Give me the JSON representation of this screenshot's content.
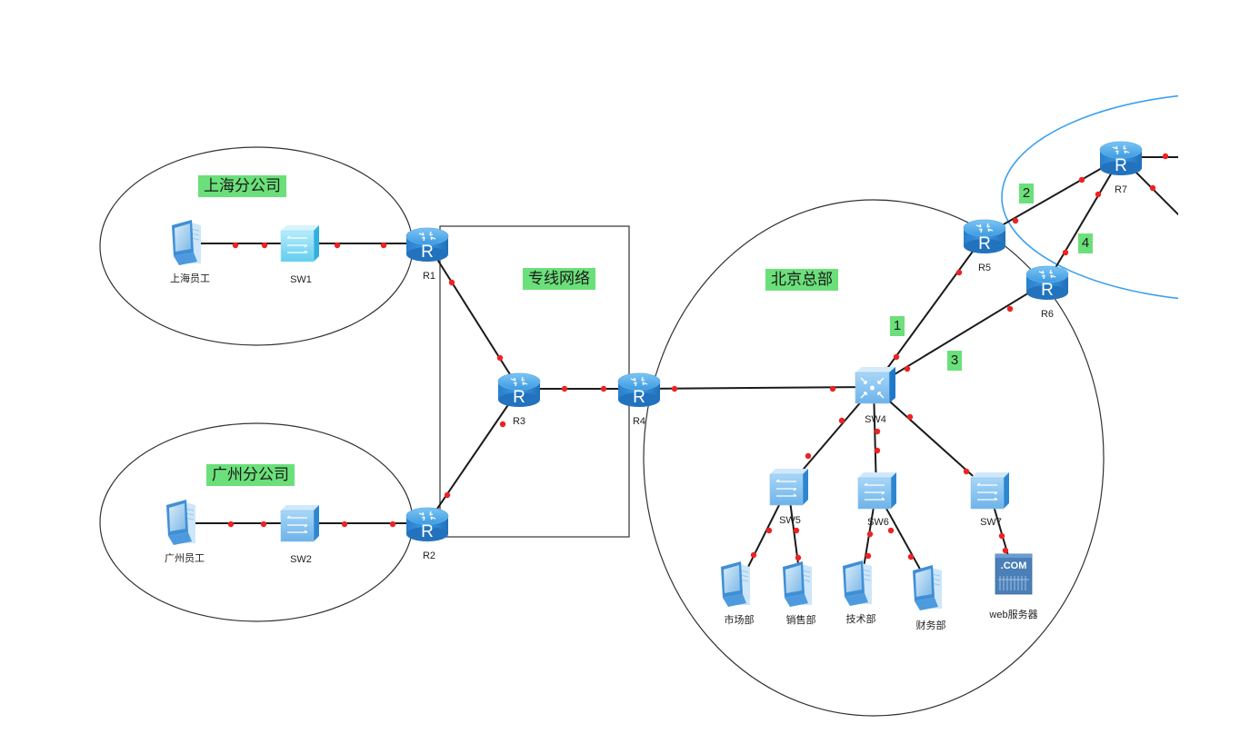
{
  "diagram": {
    "type": "network-topology",
    "regions": [
      {
        "id": "shanghai",
        "label": "上海分公司",
        "shape": "ellipse"
      },
      {
        "id": "guangzhou",
        "label": "广州分公司",
        "shape": "ellipse"
      },
      {
        "id": "leased",
        "label": "专线网络",
        "shape": "rectangle"
      },
      {
        "id": "beijing",
        "label": "北京总部",
        "shape": "ellipse"
      },
      {
        "id": "external",
        "label": "",
        "shape": "ellipse",
        "color": "#3aa0ef"
      }
    ],
    "devices": [
      {
        "id": "pc_sh",
        "label": "上海员工",
        "kind": "pc"
      },
      {
        "id": "sw1",
        "label": "SW1",
        "kind": "switch-light"
      },
      {
        "id": "r1",
        "label": "R1",
        "kind": "router"
      },
      {
        "id": "pc_gz",
        "label": "广州员工",
        "kind": "pc"
      },
      {
        "id": "sw2",
        "label": "SW2",
        "kind": "switch"
      },
      {
        "id": "r2",
        "label": "R2",
        "kind": "router"
      },
      {
        "id": "r3",
        "label": "R3",
        "kind": "router"
      },
      {
        "id": "r4",
        "label": "R4",
        "kind": "router"
      },
      {
        "id": "sw4",
        "label": "SW4",
        "kind": "core-switch"
      },
      {
        "id": "r5",
        "label": "R5",
        "kind": "router"
      },
      {
        "id": "r6",
        "label": "R6",
        "kind": "router"
      },
      {
        "id": "r7",
        "label": "R7",
        "kind": "router"
      },
      {
        "id": "sw5",
        "label": "SW5",
        "kind": "switch"
      },
      {
        "id": "sw6",
        "label": "SW6",
        "kind": "switch"
      },
      {
        "id": "sw7",
        "label": "SW7",
        "kind": "switch"
      },
      {
        "id": "pc_mkt",
        "label": "市场部",
        "kind": "pc"
      },
      {
        "id": "pc_sales",
        "label": "销售部",
        "kind": "pc"
      },
      {
        "id": "pc_tech",
        "label": "技术部",
        "kind": "pc"
      },
      {
        "id": "pc_fin",
        "label": "财务部",
        "kind": "pc"
      },
      {
        "id": "web",
        "label": "web服务器",
        "kind": "server",
        "badge": ".COM"
      }
    ],
    "links": [
      {
        "from": "pc_sh",
        "to": "sw1"
      },
      {
        "from": "sw1",
        "to": "r1"
      },
      {
        "from": "pc_gz",
        "to": "sw2"
      },
      {
        "from": "sw2",
        "to": "r2"
      },
      {
        "from": "r1",
        "to": "r3"
      },
      {
        "from": "r2",
        "to": "r3"
      },
      {
        "from": "r3",
        "to": "r4"
      },
      {
        "from": "r4",
        "to": "sw4"
      },
      {
        "from": "sw4",
        "to": "r5",
        "label": "1"
      },
      {
        "from": "sw4",
        "to": "r6",
        "label": "3"
      },
      {
        "from": "r5",
        "to": "r7",
        "label": "2"
      },
      {
        "from": "r6",
        "to": "r7",
        "label": "4"
      },
      {
        "from": "sw4",
        "to": "sw5"
      },
      {
        "from": "sw4",
        "to": "sw6"
      },
      {
        "from": "sw4",
        "to": "sw7"
      },
      {
        "from": "sw5",
        "to": "pc_mkt"
      },
      {
        "from": "sw5",
        "to": "pc_sales"
      },
      {
        "from": "sw6",
        "to": "pc_tech"
      },
      {
        "from": "sw6",
        "to": "pc_fin"
      },
      {
        "from": "sw7",
        "to": "web"
      },
      {
        "from": "r7",
        "to": "offscreen-east"
      },
      {
        "from": "r7",
        "to": "offscreen-southeast"
      }
    ],
    "colors": {
      "label_bg": "#6be07a",
      "router": "#2f8fd8",
      "port_dot": "#ee2222",
      "external_ring": "#3aa0ef"
    }
  }
}
